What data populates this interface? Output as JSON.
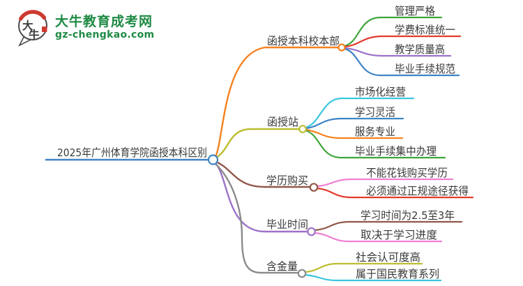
{
  "logo": {
    "icon_char_1": "大",
    "icon_char_2": "牛",
    "site_name": "大牛教育成考网",
    "site_url": "gz-chengkao.com",
    "brand_color": "#1e8a44",
    "seal_color": "#ce3a31"
  },
  "root": {
    "label": "2025年广州体育学院函授本科区别",
    "color": "#3e84c6"
  },
  "branches": [
    {
      "label": "函授本科校本部",
      "color": "#f5821f",
      "children": [
        {
          "label": "管理严格",
          "color": "#3ea53c"
        },
        {
          "label": "学费标准统一",
          "color": "#e23b2c"
        },
        {
          "label": "教学质量高",
          "color": "#9c72c8"
        },
        {
          "label": "毕业手续规范",
          "color": "#3e84c6"
        }
      ]
    },
    {
      "label": "函授站",
      "color": "#bcbe2f",
      "children": [
        {
          "label": "市场化经营",
          "color": "#3bc6df"
        },
        {
          "label": "学习灵活",
          "color": "#3e84c6"
        },
        {
          "label": "服务专业",
          "color": "#f5821f"
        },
        {
          "label": "毕业手续集中办理",
          "color": "#3ea53c"
        }
      ]
    },
    {
      "label": "学历购买",
      "color": "#91584a",
      "children": [
        {
          "label": "不能花钱购买学历",
          "color": "#ef7fd3"
        },
        {
          "label": "必须通过正规途径获得",
          "color": "#e23b2c"
        }
      ]
    },
    {
      "label": "毕业时间",
      "color": "#9c72c8",
      "children": [
        {
          "label": "学习时间为2.5至3年",
          "color": "#91584a"
        },
        {
          "label": "取决于学习进度",
          "color": "#ef7fd3"
        }
      ]
    },
    {
      "label": "含金量",
      "color": "#8b8b8b",
      "children": [
        {
          "label": "社会认可度高",
          "color": "#bcbe2f"
        },
        {
          "label": "属于国民教育系列",
          "color": "#3bc6df"
        }
      ]
    }
  ]
}
